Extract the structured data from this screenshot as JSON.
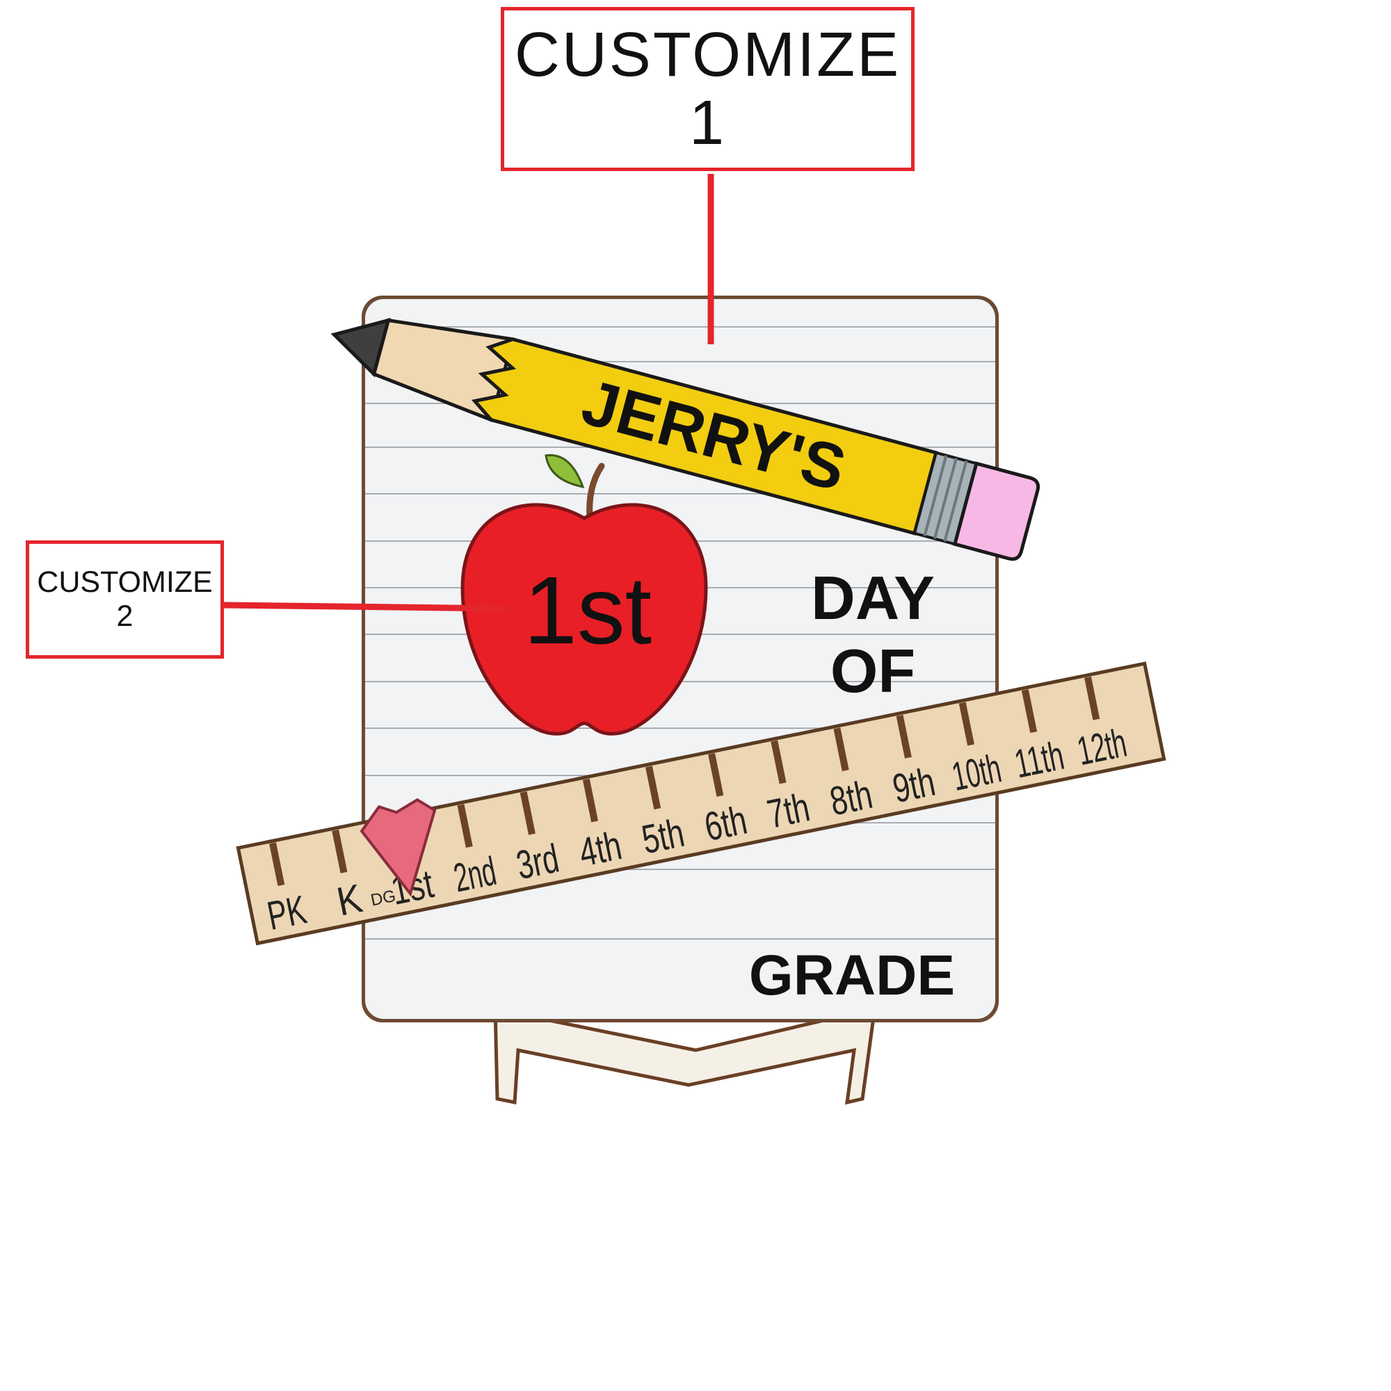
{
  "callouts": {
    "first": {
      "line1": "CUSTOMIZE",
      "line2": "1"
    },
    "second": {
      "line1": "CUSTOMIZE",
      "line2": "2"
    }
  },
  "plaque": {
    "name": "JERRY'S",
    "ordinal": "1st",
    "day_of_line1": "DAY",
    "day_of_line2": "OF",
    "grade": "GRADE"
  },
  "ruler": {
    "marks": [
      "PK",
      "K",
      "DG",
      "1st",
      "2nd",
      "3rd",
      "4th",
      "5th",
      "6th",
      "7th",
      "8th",
      "9th",
      "10th",
      "11th",
      "12th"
    ],
    "selected": "1st"
  },
  "icons": {
    "pencil": "pencil-icon",
    "apple": "apple-icon",
    "ruler": "ruler-icon",
    "pointer": "arrow-pointer-icon",
    "stand": "easel-stand-icon"
  },
  "colors": {
    "callout_border": "#e4252c",
    "leader_line": "#e4252c",
    "apple_red": "#e81f27",
    "pencil_yellow": "#f2cd10",
    "eraser_pink": "#f7b8e6",
    "ruler_wood": "#ecd6b4",
    "pointer_pink": "#e7697e",
    "paper": "#f1f3f5"
  }
}
